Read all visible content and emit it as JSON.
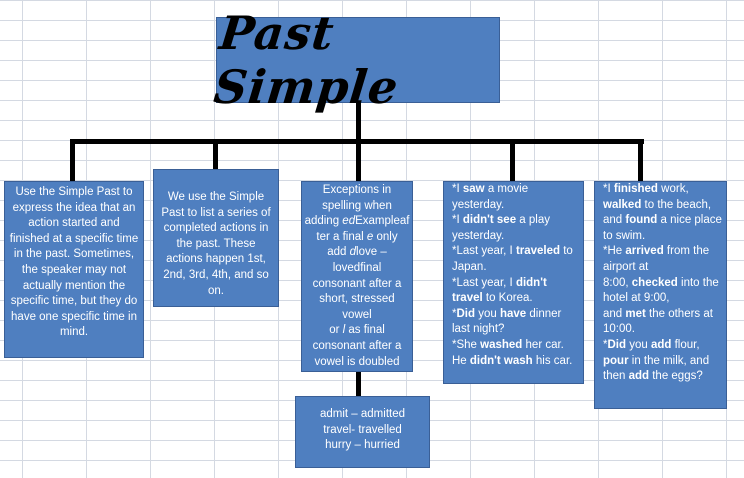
{
  "title": "Past Simple",
  "boxes": {
    "box1": "Use the Simple Past to express the idea that an action started and finished at a specific time in the past. Sometimes, the speaker may not actually mention the specific time, but they do have one specific time in mind.",
    "box2": "We use the Simple Past to list a series of completed actions in the past. These actions happen 1st, 2nd, 3rd, 4th, and so on.",
    "box3": {
      "l1": "Exceptions in",
      "l2": "spelling when",
      "l3a": "adding ",
      "l3b": "ed",
      "l3c": "Exampleaf",
      "l4a": "ter a final ",
      "l4b": "e",
      "l4c": " only",
      "l5a": "add ",
      "l5b": "d",
      "l5c": "love –",
      "l6": "lovedfinal",
      "l7": "consonant after a",
      "l8": "short, stressed",
      "l9": "vowel",
      "l10a": "or ",
      "l10b": "l",
      "l10c": " as final",
      "l11": "consonant after a",
      "l12": "vowel is doubled"
    },
    "box3b": {
      "l1": "admit – admitted",
      "l2": "travel- travelled",
      "l3": "hurry – hurried"
    },
    "box4": {
      "p1a": "*I ",
      "p1b": "saw",
      "p1c": " a movie yesterday.",
      "p2a": "*I ",
      "p2b": "didn't see",
      "p2c": " a play yesterday.",
      "p3a": "*Last year, I ",
      "p3b": "traveled",
      "p3c": " to Japan.",
      "p4a": "*Last year, I ",
      "p4b": "didn't travel",
      "p4c": " to Korea.",
      "p5a": "*",
      "p5b": "Did",
      "p5c": " you ",
      "p5d": "have",
      "p5e": " dinner last night?",
      "p6a": "*She ",
      "p6b": "washed",
      "p6c": " her car.",
      "p7a": "He ",
      "p7b": "didn't wash",
      "p7c": " his car."
    },
    "box5": {
      "p1a": "*I ",
      "p1b": "finished",
      "p1c": " work,",
      "p2b": "walked",
      "p2c": " to the beach,",
      "p3a": "and ",
      "p3b": "found",
      "p3c": " a nice place to swim.",
      "p4a": "*He ",
      "p4b": "arrived",
      "p4c": " from the airport at",
      "p5a": "8:00, ",
      "p5b": "checked",
      "p5c": " into the hotel at 9:00,",
      "p6a": "and ",
      "p6b": "met",
      "p6c": " the others at 10:00.",
      "p7a": "*",
      "p7b": "Did",
      "p7c": " you ",
      "p7d": "add",
      "p7e": " flour,",
      "p8b": "pour",
      "p8c": " in the milk, and",
      "p9a": "then ",
      "p9b": "add",
      "p9c": " the eggs?"
    }
  }
}
